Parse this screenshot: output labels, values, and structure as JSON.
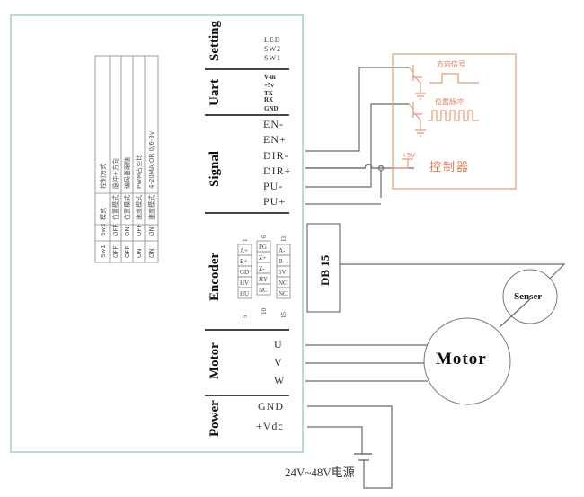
{
  "sections": {
    "setting": {
      "label": "Setting",
      "pins": [
        "LED",
        "SW2",
        "SW1"
      ]
    },
    "uart": {
      "label": "Uart",
      "pins": [
        "V-in",
        "+5v",
        "TX",
        "RX",
        "GND"
      ]
    },
    "signal": {
      "label": "Signal",
      "pins": [
        "EN-",
        "EN+",
        "DIR-",
        "DIR+",
        "PU-",
        "PU+"
      ]
    },
    "encoder": {
      "label": "Encoder",
      "col1": {
        "start": "1",
        "end": "5",
        "pins": [
          "A+",
          "B+",
          "GD",
          "HV",
          "HU"
        ]
      },
      "col2": {
        "start": "6",
        "end": "10",
        "pins": [
          "PG",
          "Z+",
          "Z-",
          "HY",
          "NC"
        ]
      },
      "col3": {
        "start": "11",
        "end": "15",
        "pins": [
          "A-",
          "B-",
          "5V",
          "NC",
          "NC"
        ]
      }
    },
    "motor": {
      "label": "Motor",
      "pins": [
        "U",
        "V",
        "W"
      ]
    },
    "power": {
      "label": "Power",
      "pins": [
        "GND",
        "+Vdc"
      ]
    }
  },
  "mode_table": {
    "headers": [
      "Sw1",
      "Sw2",
      "模式",
      "控制方式"
    ],
    "rows": [
      [
        "OFF",
        "OFF",
        "位置模式",
        "脉冲+方向"
      ],
      [
        "OFF",
        "ON",
        "位置模式",
        "编码器跟随"
      ],
      [
        "ON",
        "OFF",
        "速度模式",
        "PWM占空比"
      ],
      [
        "ON",
        "ON",
        "速度模式",
        "4-20MA OR 0/6-3v"
      ]
    ]
  },
  "controller": {
    "title": "控制器",
    "direction_signal": "方向信号",
    "position_pulse": "位置脉冲",
    "supply": "+5V"
  },
  "db15_label": "DB 15",
  "motor_label": "Motor",
  "sensor_label": "Senser",
  "power_supply_label": "24V~48V电源",
  "colors": {
    "frame": "#9fd4c0",
    "controller": "#e69b7a",
    "wire": "#6b6b6b"
  }
}
